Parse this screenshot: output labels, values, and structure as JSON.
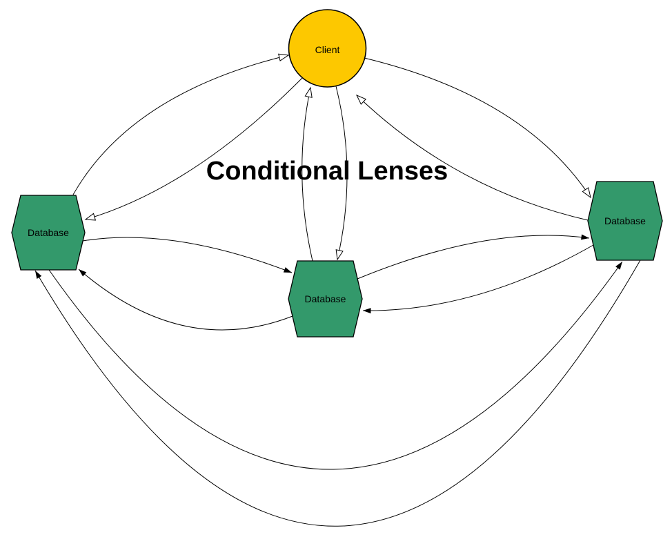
{
  "diagram": {
    "title": "Conditional Lenses",
    "title_color": "#000000",
    "background_color": "#ffffff",
    "line_color": "#000000",
    "node_border_color": "#000000",
    "arrowhead_styles": {
      "client_edges": "open-white-triangle",
      "database_edges": "filled-black-triangle"
    },
    "nodes": [
      {
        "id": "client",
        "label": "Client",
        "shape": "circle",
        "fill": "#FDC800",
        "text_color": "#000000"
      },
      {
        "id": "database-left",
        "label": "Database",
        "shape": "hexagon",
        "fill": "#33996B",
        "text_color": "#000000"
      },
      {
        "id": "database-center",
        "label": "Database",
        "shape": "hexagon",
        "fill": "#33996B",
        "text_color": "#000000"
      },
      {
        "id": "database-right",
        "label": "Database",
        "shape": "hexagon",
        "fill": "#33996B",
        "text_color": "#000000"
      }
    ],
    "edges": [
      {
        "from": "database-left",
        "to": "client",
        "arrowhead": "open"
      },
      {
        "from": "client",
        "to": "database-left",
        "arrowhead": "open"
      },
      {
        "from": "database-center",
        "to": "client",
        "arrowhead": "open"
      },
      {
        "from": "client",
        "to": "database-center",
        "arrowhead": "open"
      },
      {
        "from": "client",
        "to": "database-right",
        "arrowhead": "open"
      },
      {
        "from": "database-right",
        "to": "client",
        "arrowhead": "open"
      },
      {
        "from": "database-left",
        "to": "database-center",
        "arrowhead": "filled"
      },
      {
        "from": "database-center",
        "to": "database-left",
        "arrowhead": "filled"
      },
      {
        "from": "database-center",
        "to": "database-right",
        "arrowhead": "filled"
      },
      {
        "from": "database-right",
        "to": "database-center",
        "arrowhead": "filled"
      },
      {
        "from": "database-left",
        "to": "database-right",
        "arrowhead": "filled"
      },
      {
        "from": "database-right",
        "to": "database-left",
        "arrowhead": "filled"
      }
    ]
  }
}
